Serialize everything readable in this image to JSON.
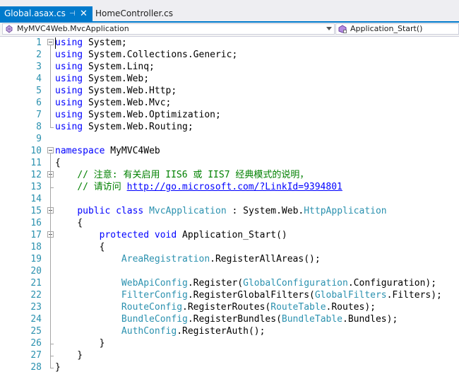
{
  "tabs": [
    {
      "label": "Global.asax.cs",
      "pin": "⊣",
      "close": "✕",
      "active": true
    },
    {
      "label": "HomeController.cs",
      "active": false
    }
  ],
  "navbar": {
    "class_selector": "MyMVC4Web.MvcApplication",
    "member_selector": "Application_Start()"
  },
  "colors": {
    "keyword": "#0000ff",
    "type": "#2b91af",
    "comment": "#008000",
    "line_number": "#2b91af",
    "accent": "#007acc"
  },
  "lines": [
    {
      "n": "1",
      "tokens": [
        [
          "kw",
          "using"
        ],
        [
          "pl",
          " System;"
        ]
      ]
    },
    {
      "n": "2",
      "tokens": [
        [
          "kw",
          "using"
        ],
        [
          "pl",
          " System.Collections.Generic;"
        ]
      ]
    },
    {
      "n": "3",
      "tokens": [
        [
          "kw",
          "using"
        ],
        [
          "pl",
          " System.Linq;"
        ]
      ]
    },
    {
      "n": "4",
      "tokens": [
        [
          "kw",
          "using"
        ],
        [
          "pl",
          " System.Web;"
        ]
      ]
    },
    {
      "n": "5",
      "tokens": [
        [
          "kw",
          "using"
        ],
        [
          "pl",
          " System.Web.Http;"
        ]
      ]
    },
    {
      "n": "6",
      "tokens": [
        [
          "kw",
          "using"
        ],
        [
          "pl",
          " System.Web.Mvc;"
        ]
      ]
    },
    {
      "n": "7",
      "tokens": [
        [
          "kw",
          "using"
        ],
        [
          "pl",
          " System.Web.Optimization;"
        ]
      ]
    },
    {
      "n": "8",
      "tokens": [
        [
          "kw",
          "using"
        ],
        [
          "pl",
          " System.Web.Routing;"
        ]
      ]
    },
    {
      "n": "9",
      "tokens": []
    },
    {
      "n": "10",
      "tokens": [
        [
          "kw",
          "namespace"
        ],
        [
          "pl",
          " MyMVC4Web"
        ]
      ]
    },
    {
      "n": "11",
      "tokens": [
        [
          "pl",
          "{"
        ]
      ]
    },
    {
      "n": "12",
      "tokens": [
        [
          "pl",
          "    "
        ],
        [
          "cm",
          "// 注意: 有关启用 IIS6 或 IIS7 经典模式的说明，"
        ]
      ]
    },
    {
      "n": "13",
      "tokens": [
        [
          "pl",
          "    "
        ],
        [
          "cm",
          "// 请访问 "
        ],
        [
          "lk",
          "http://go.microsoft.com/?LinkId=9394801"
        ]
      ]
    },
    {
      "n": "14",
      "tokens": []
    },
    {
      "n": "15",
      "tokens": [
        [
          "pl",
          "    "
        ],
        [
          "kw",
          "public"
        ],
        [
          "pl",
          " "
        ],
        [
          "kw",
          "class"
        ],
        [
          "pl",
          " "
        ],
        [
          "tp",
          "MvcApplication"
        ],
        [
          "pl",
          " : System.Web."
        ],
        [
          "tp",
          "HttpApplication"
        ]
      ]
    },
    {
      "n": "16",
      "tokens": [
        [
          "pl",
          "    {"
        ]
      ]
    },
    {
      "n": "17",
      "tokens": [
        [
          "pl",
          "        "
        ],
        [
          "kw",
          "protected"
        ],
        [
          "pl",
          " "
        ],
        [
          "kw",
          "void"
        ],
        [
          "pl",
          " Application_Start()"
        ]
      ]
    },
    {
      "n": "18",
      "tokens": [
        [
          "pl",
          "        {"
        ]
      ]
    },
    {
      "n": "19",
      "tokens": [
        [
          "pl",
          "            "
        ],
        [
          "tp",
          "AreaRegistration"
        ],
        [
          "pl",
          ".RegisterAllAreas();"
        ]
      ]
    },
    {
      "n": "20",
      "tokens": []
    },
    {
      "n": "21",
      "tokens": [
        [
          "pl",
          "            "
        ],
        [
          "tp",
          "WebApiConfig"
        ],
        [
          "pl",
          ".Register("
        ],
        [
          "tp",
          "GlobalConfiguration"
        ],
        [
          "pl",
          ".Configuration);"
        ]
      ]
    },
    {
      "n": "22",
      "tokens": [
        [
          "pl",
          "            "
        ],
        [
          "tp",
          "FilterConfig"
        ],
        [
          "pl",
          ".RegisterGlobalFilters("
        ],
        [
          "tp",
          "GlobalFilters"
        ],
        [
          "pl",
          ".Filters);"
        ]
      ]
    },
    {
      "n": "23",
      "tokens": [
        [
          "pl",
          "            "
        ],
        [
          "tp",
          "RouteConfig"
        ],
        [
          "pl",
          ".RegisterRoutes("
        ],
        [
          "tp",
          "RouteTable"
        ],
        [
          "pl",
          ".Routes);"
        ]
      ]
    },
    {
      "n": "24",
      "tokens": [
        [
          "pl",
          "            "
        ],
        [
          "tp",
          "BundleConfig"
        ],
        [
          "pl",
          ".RegisterBundles("
        ],
        [
          "tp",
          "BundleTable"
        ],
        [
          "pl",
          ".Bundles);"
        ]
      ]
    },
    {
      "n": "25",
      "tokens": [
        [
          "pl",
          "            "
        ],
        [
          "tp",
          "AuthConfig"
        ],
        [
          "pl",
          ".RegisterAuth();"
        ]
      ]
    },
    {
      "n": "26",
      "tokens": [
        [
          "pl",
          "        }"
        ]
      ]
    },
    {
      "n": "27",
      "tokens": [
        [
          "pl",
          "    }"
        ]
      ]
    },
    {
      "n": "28",
      "tokens": [
        [
          "pl",
          "}"
        ]
      ]
    }
  ]
}
